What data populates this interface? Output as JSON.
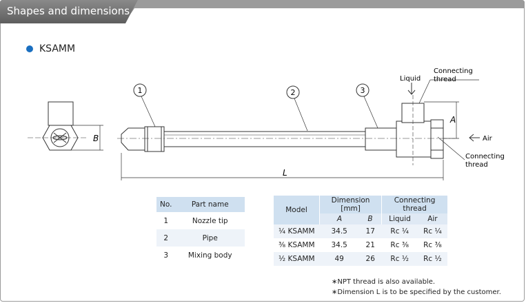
{
  "header": {
    "title": "Shapes and dimensions"
  },
  "model": {
    "name": "KSAMM"
  },
  "drawing": {
    "callouts": [
      "1",
      "2",
      "3"
    ],
    "liquid_label": "Liquid",
    "air_label": "Air",
    "connecting_thread_top": [
      "Connecting",
      "thread"
    ],
    "connecting_thread_right": [
      "Connecting",
      "thread"
    ],
    "dim_a": "A",
    "dim_b": "B",
    "dim_l": "L"
  },
  "parts_table": {
    "headers": [
      "No.",
      "Part name"
    ],
    "rows": [
      {
        "no": "1",
        "name": "Nozzle tip"
      },
      {
        "no": "2",
        "name": "Pipe"
      },
      {
        "no": "3",
        "name": "Mixing body"
      }
    ]
  },
  "dim_table": {
    "col_model": "Model",
    "col_dimension": "Dimension",
    "col_dimension_unit": "[mm]",
    "col_connecting": "Connecting",
    "col_connecting2": "thread",
    "sub_a": "A",
    "sub_b": "B",
    "sub_liquid": "Liquid",
    "sub_air": "Air",
    "rows": [
      {
        "model": "¹⁄₄ KSAMM",
        "a": "34.5",
        "b": "17",
        "liquid": "Rc ¹⁄₄",
        "air": "Rc ¹⁄₄"
      },
      {
        "model": "³⁄₈ KSAMM",
        "a": "34.5",
        "b": "21",
        "liquid": "Rc ³⁄₈",
        "air": "Rc ³⁄₈"
      },
      {
        "model": "¹⁄₂ KSAMM",
        "a": "49",
        "b": "26",
        "liquid": "Rc ¹⁄₂",
        "air": "Rc ¹⁄₂"
      }
    ]
  },
  "notes": [
    "∗NPT thread is also available.",
    "∗Dimension L is to be specified by the customer."
  ]
}
